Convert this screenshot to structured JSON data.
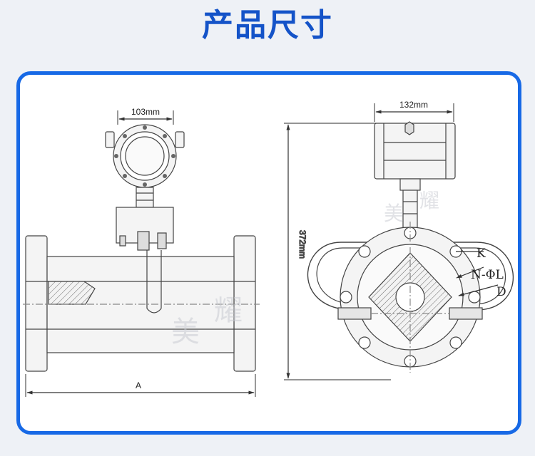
{
  "page": {
    "title": "产品尺寸"
  },
  "front_view": {
    "top_width_label": "103mm",
    "length_label": "A"
  },
  "side_view": {
    "top_width_label": "132mm",
    "height_label": "372mm",
    "flange_labels": {
      "k": "K",
      "nl": "N-ΦL",
      "d": "D"
    }
  },
  "watermark": {
    "char1": "美",
    "char2": "耀"
  },
  "colors": {
    "title": "#1453c8",
    "frame": "#1769e6",
    "background": "#eef1f6"
  }
}
